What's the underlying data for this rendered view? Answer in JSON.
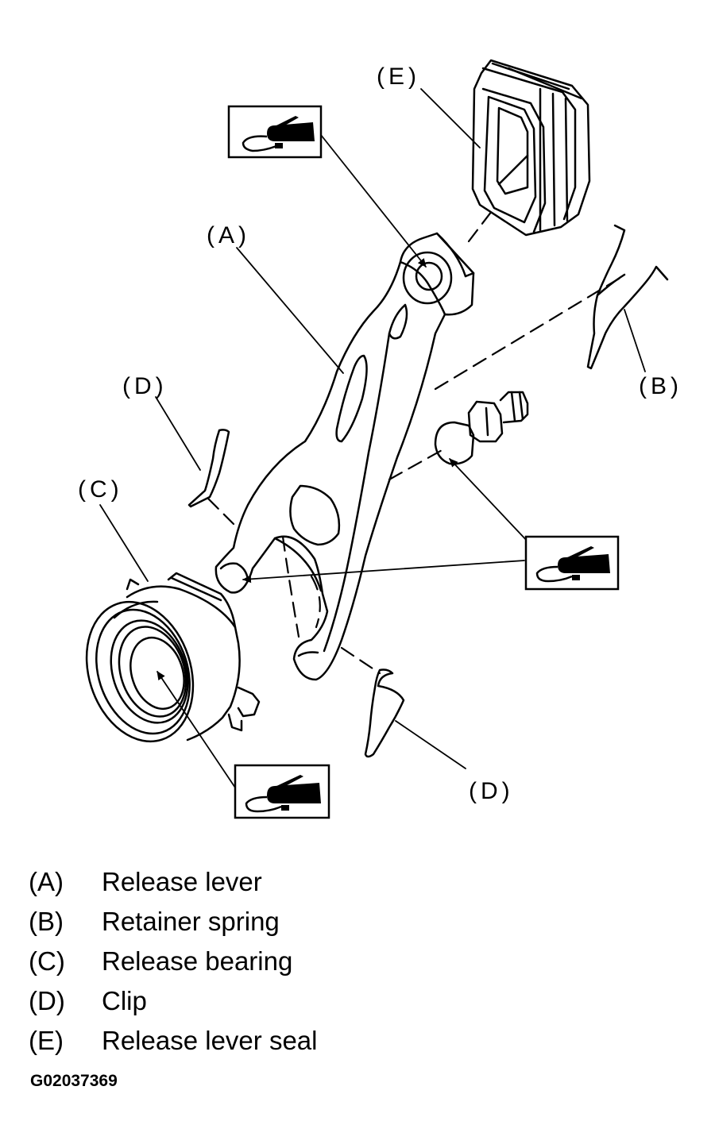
{
  "callouts": {
    "A": "(A)",
    "B": "(B)",
    "C": "(C)",
    "D_upper": "(D)",
    "D_lower": "(D)",
    "E": "(E)"
  },
  "legend": [
    {
      "key": "(A)",
      "desc": "Release lever"
    },
    {
      "key": "(B)",
      "desc": "Retainer spring"
    },
    {
      "key": "(C)",
      "desc": "Release bearing"
    },
    {
      "key": "(D)",
      "desc": "Clip"
    },
    {
      "key": "(E)",
      "desc": "Release lever seal"
    }
  ],
  "figure_id": "G02037369",
  "icons": [
    "grease-gun-icon",
    "grease-gun-icon",
    "grease-gun-icon"
  ]
}
